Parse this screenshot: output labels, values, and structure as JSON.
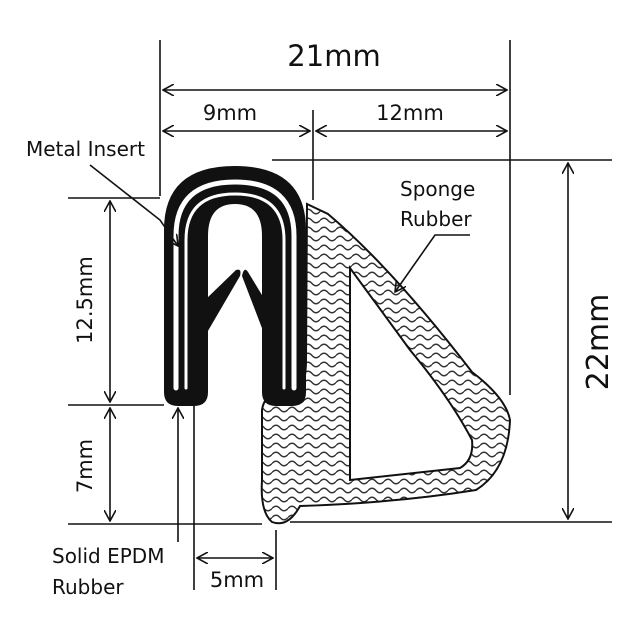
{
  "diagram": {
    "dimensions": {
      "overall_width": "21mm",
      "left_width": "9mm",
      "right_width": "12mm",
      "overall_height": "22mm",
      "upper_height": "12.5mm",
      "lower_height": "7mm",
      "gap_width": "5mm"
    },
    "labels": {
      "metal_insert": "Metal Insert",
      "sponge_line1": "Sponge",
      "sponge_line2": "Rubber",
      "solid_line1": "Solid EPDM",
      "solid_line2": "Rubber"
    },
    "colors": {
      "ink": "#111111",
      "rubber": "#111111",
      "insert": "#ffffff",
      "sponge": "#8a8a8a",
      "background": "#ffffff"
    }
  }
}
